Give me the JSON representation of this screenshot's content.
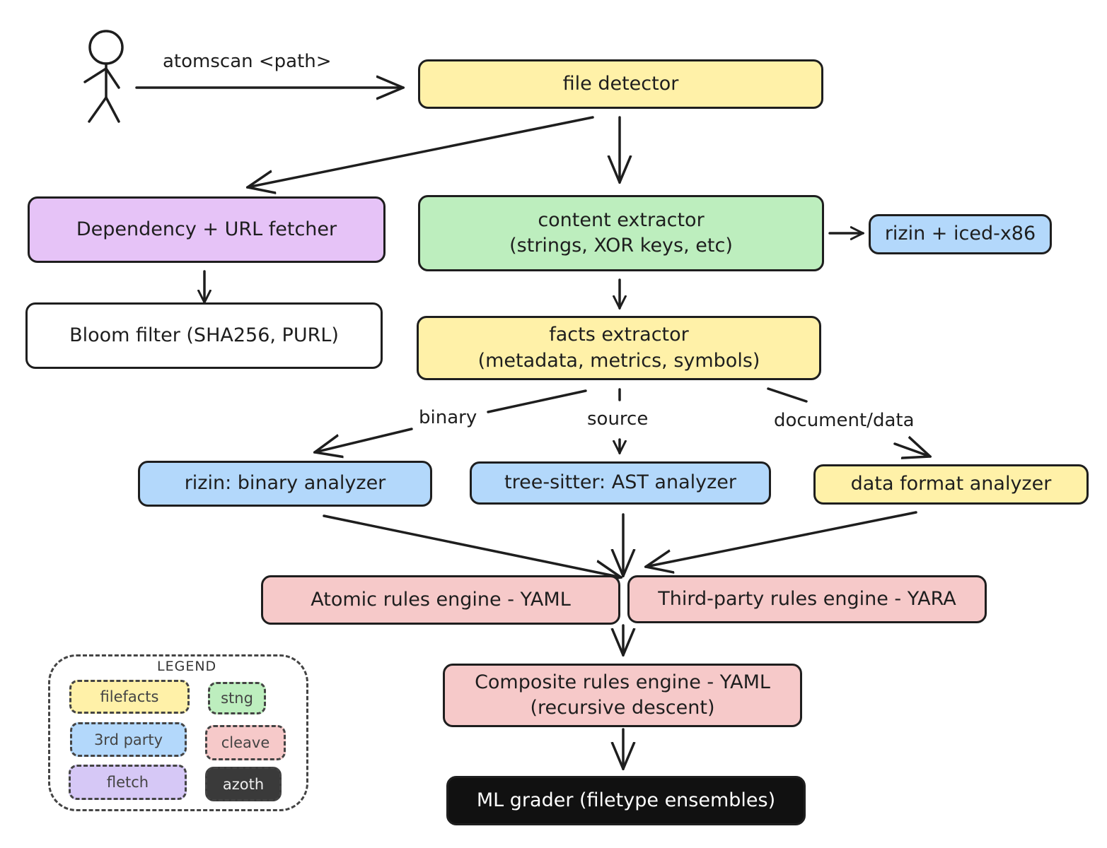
{
  "actor": {
    "command_label": "atomscan <path>"
  },
  "nodes": {
    "file_detector": "file detector",
    "dependency_fetcher": "Dependency + URL fetcher",
    "bloom_filter": "Bloom filter (SHA256, PURL)",
    "content_extractor": {
      "line1": "content extractor",
      "line2": "(strings, XOR keys, etc)"
    },
    "rizin_iced": "rizin + iced-x86",
    "facts_extractor": {
      "line1": "facts extractor",
      "line2": "(metadata, metrics, symbols)"
    },
    "binary_analyzer": "rizin: binary analyzer",
    "ast_analyzer": "tree-sitter: AST analyzer",
    "data_format_analyzer": "data format analyzer",
    "atomic_rules": "Atomic rules engine - YAML",
    "third_party_rules": "Third-party rules engine - YARA",
    "composite_rules": {
      "line1": "Composite rules engine - YAML",
      "line2": "(recursive descent)"
    },
    "ml_grader": "ML grader (filetype ensembles)"
  },
  "edge_labels": {
    "binary": "binary",
    "source": "source",
    "document": "document/data"
  },
  "legend": {
    "title": "LEGEND",
    "items": [
      {
        "label": "filefacts",
        "color": "#fff1a8"
      },
      {
        "label": "stng",
        "color": "#bdeebe"
      },
      {
        "label": "3rd party",
        "color": "#b3d8fb"
      },
      {
        "label": "cleave",
        "color": "#f6c9c9"
      },
      {
        "label": "fletch",
        "color": "#d6c8f6"
      },
      {
        "label": "azoth",
        "color": "#3a3a3a"
      }
    ]
  }
}
